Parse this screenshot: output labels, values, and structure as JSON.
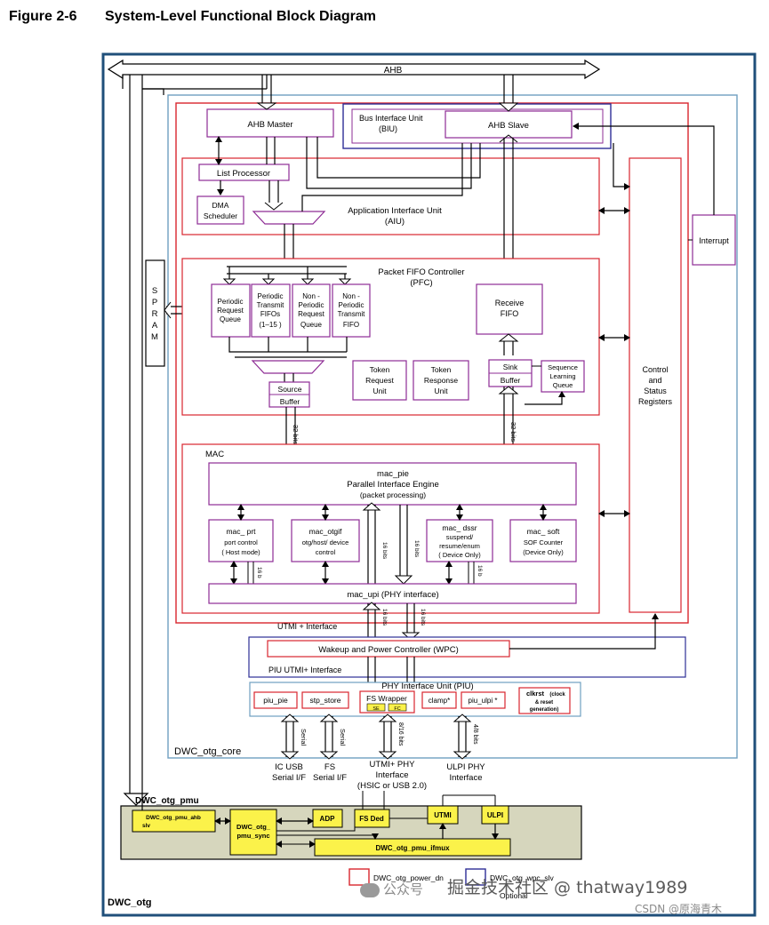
{
  "figure": {
    "number": "Figure 2-6",
    "title": "System-Level Functional Block Diagram"
  },
  "colors": {
    "red": "#d8262e",
    "purple": "#8e2c95",
    "blue": "#2d2e96",
    "navy": "#1f4f7a",
    "lightblue": "#6f9fc0",
    "pmu_bg": "#d6d6bd",
    "yellow": "#fbf24a"
  },
  "bus": {
    "ahb": "AHB"
  },
  "blocks": {
    "ahb_master": "AHB Master",
    "biu_l1": "Bus Interface Unit",
    "biu_l2": "(BIU)",
    "ahb_slave": "AHB Slave",
    "list_processor": "List Processor",
    "dma_l1": "DMA",
    "dma_l2": "Scheduler",
    "aiu_l1": "Application Interface Unit",
    "aiu_l2": "(AIU)",
    "interrupt": "Interrupt",
    "csr_l1": "Control",
    "csr_l2": "and",
    "csr_l3": "Status",
    "csr_l4": "Registers",
    "spram": [
      "S",
      "P",
      "R",
      "A",
      "M"
    ],
    "pfc_l1": "Packet FIFO Controller",
    "pfc_l2": "(PFC)",
    "prq": [
      "Periodic",
      "Request",
      "Queue"
    ],
    "ptf": [
      "Periodic",
      "Transmit",
      "FIFOs",
      "(1–15 )"
    ],
    "nprq": [
      "Non -",
      "Periodic",
      "Request",
      "Queue"
    ],
    "nptf": [
      "Non -",
      "Periodic",
      "Transmit",
      "FIFO"
    ],
    "rx_l1": "Receive",
    "rx_l2": "FIFO",
    "token_req": [
      "Token",
      "Request",
      "Unit"
    ],
    "token_resp": [
      "Token",
      "Response",
      "Unit"
    ],
    "sink_l1": "Sink",
    "sink_l2": "Buffer",
    "seq": [
      "Sequence",
      "Learning",
      "Queue"
    ],
    "src_l1": "Source",
    "src_l2": "Buffer",
    "bits32a": "32 bits",
    "bits32b": "32 bits",
    "mac": "MAC",
    "mac_pie_l1": "mac_pie",
    "mac_pie_l2": "Parallel Interface Engine",
    "mac_pie_l3": "(packet processing)",
    "mac_prt": [
      "mac_ prt",
      "port control",
      "( Host mode)"
    ],
    "mac_otgif": [
      "mac_otgif",
      "otg/host/ device",
      "control"
    ],
    "mac_dssr": [
      "mac_ dssr",
      "suspend/",
      "resume/enum",
      "( Device Only)"
    ],
    "mac_soft": [
      "mac_ soft",
      "SOF Counter",
      "(Device Only)"
    ],
    "bits16_1": "16 b",
    "bits16_2": "16 bits",
    "bits16_3": "16 bits",
    "bits16_4": "16 b",
    "bits16_5": "16 bits",
    "bits16_6": "16 bits",
    "mac_upi": "mac_upi (PHY interface)",
    "utmi_if": "UTMI + Interface",
    "wpc": "Wakeup and Power Controller (WPC)",
    "piu_utmi": "PIU UTMI+ Interface",
    "piu_title": "PHY Interface Unit (PIU)",
    "piu_pie": "piu_pie",
    "stp_store": "stp_store",
    "fs_wrapper": "FS Wrapper",
    "se": "SE",
    "fc": "FC",
    "clamp": "clamp*",
    "piu_ulpi": "piu_ulpi *",
    "clkrst_l1": "clkrst",
    "clkrst_l1b": "(clock",
    "clkrst_l2": "& reset",
    "clkrst_l3": "generation)",
    "core_label": "DWC_otg_core",
    "serial1": "Serial",
    "serial2": "Serial",
    "bits816": "8/16 bits",
    "bits48": "4/8 bits",
    "icusb_l1": "IC USB",
    "icusb_l2": "Serial I/F",
    "fs_l1": "FS",
    "fs_l2": "Serial I/F",
    "utmiphy_l1": "UTMI+ PHY",
    "utmiphy_l2": "Interface",
    "utmiphy_l3": "(HSIC or USB 2.0)",
    "ulpi_l1": "ULPI PHY",
    "ulpi_l2": "Interface",
    "pmu_label": "DWC_otg_pmu",
    "pmu_ahb_l1": "DWC_otg_pmu_ahb",
    "pmu_ahb_l2": "slv",
    "pmu_sync_l1": "DWC_otg_",
    "pmu_sync_l2": "pmu_sync",
    "adp": "ADP",
    "fsded": "FS Ded",
    "utmi": "UTMI",
    "ulpi": "ULPI",
    "ifmux": "DWC_otg_pmu_ifmux",
    "legend_red": "DWC_otg_power_dn",
    "legend_blue": "DWC_otg_wpc_slv",
    "legend_blue_l2": "Optional",
    "otg_label": "DWC_otg"
  },
  "watermark": {
    "wechat": "公众号",
    "juejin": "掘金技术社区 @ thatway1989",
    "csdn": "CSDN @原海青木"
  }
}
